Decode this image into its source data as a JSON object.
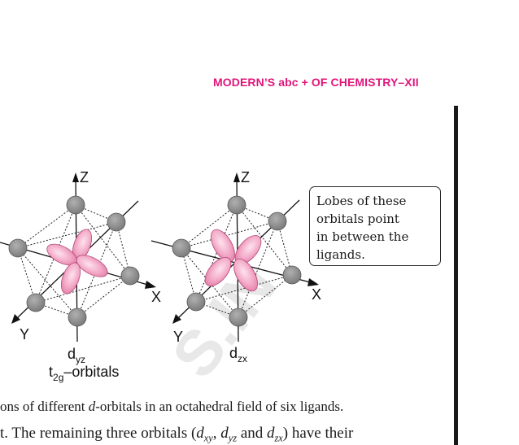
{
  "header": {
    "title": "MODERN’S abc + OF CHEMISTRY–XII"
  },
  "watermark": {
    "text": "S.IN"
  },
  "diagrams": [
    {
      "axis_z": "Z",
      "axis_x": "X",
      "axis_y": "Y",
      "orbital_label": "d",
      "orbital_sub": "yz",
      "group_label_pre": "t",
      "group_label_sub": "2g",
      "group_label_post": "–orbitals"
    },
    {
      "axis_z": "Z",
      "axis_x": "X",
      "axis_y": "Y",
      "orbital_label": "d",
      "orbital_sub": "zx"
    }
  ],
  "callout": {
    "lines": [
      "Lobes of these",
      "orbitals point",
      "in between the",
      "ligands."
    ]
  },
  "caption": {
    "line1_pre": "ons of different ",
    "line1_var": "d",
    "line1_post": "-orbitals in an octahedral field of six ligands.",
    "line2_pre": "t. The remaining three orbitals (",
    "d1": "d",
    "s1": "xy",
    "sep1": ", ",
    "d2": "d",
    "s2": "yz",
    "sep2": " and ",
    "d3": "d",
    "s3": "zx",
    "line2_post": ") have their"
  },
  "colors": {
    "header": "#e0167a",
    "lobe": "#f3a9c7",
    "ligand": "#8a8a8a"
  }
}
